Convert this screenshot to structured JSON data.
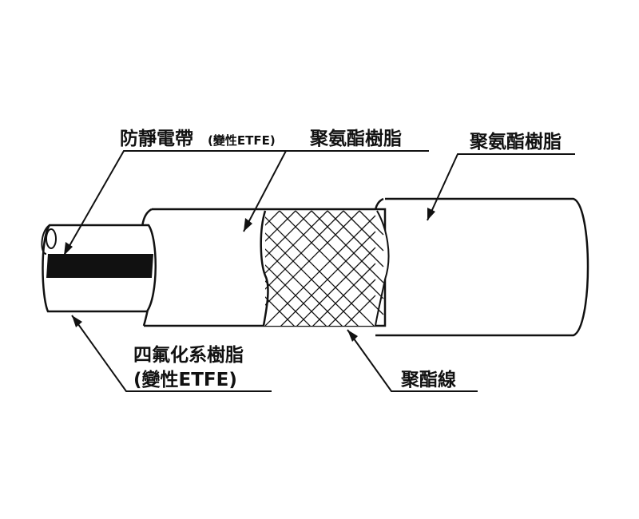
{
  "labels": {
    "antistatic_strip": "防靜電帶",
    "antistatic_strip_note": "(變性ETFE)",
    "middle_layer": "聚氨酯樹脂",
    "outer_jacket": "聚氨酯樹脂",
    "inner_tube_line1": "四氟化系樹脂",
    "inner_tube_line2": "(變性ETFE)",
    "braid": "聚酯線"
  },
  "colors": {
    "stroke": "#111111",
    "strip": "#111111",
    "background": "#ffffff"
  }
}
